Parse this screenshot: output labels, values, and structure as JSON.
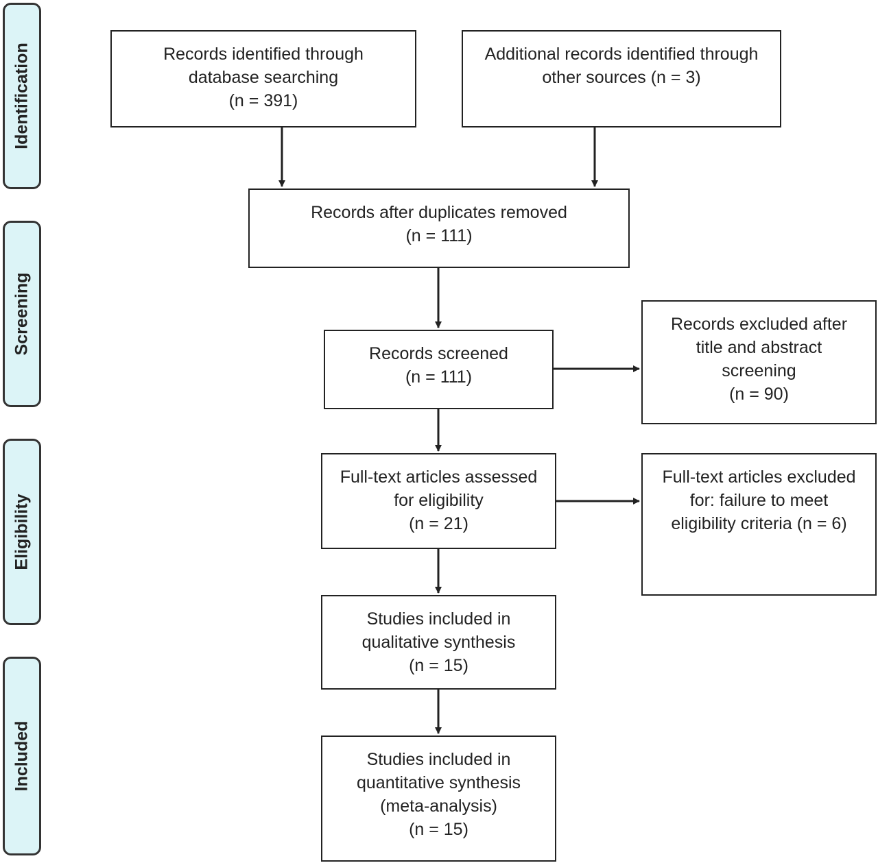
{
  "phases": {
    "identification": "Identification",
    "screening": "Screening",
    "eligibility": "Eligibility",
    "included": "Included"
  },
  "boxes": {
    "database": {
      "line1": "Records identified through",
      "line2": "database searching",
      "line3": "(n = 391)"
    },
    "other_sources": {
      "line1": "Additional records identified through",
      "line2": "other sources (n = 3)"
    },
    "duplicates_removed": {
      "line1": "Records after duplicates removed",
      "line2": "(n = 111)"
    },
    "screened": {
      "line1": "Records screened",
      "line2": "(n = 111)"
    },
    "excluded_title": {
      "line1": "Records excluded after",
      "line2": "title and abstract",
      "line3": "screening",
      "line4": "(n = 90)"
    },
    "fulltext_assessed": {
      "line1": "Full-text articles assessed",
      "line2": "for eligibility",
      "line3": "(n = 21)"
    },
    "fulltext_excluded": {
      "line1": "Full-text articles excluded",
      "line2": "for: failure to meet",
      "line3": "eligibility criteria (n = 6)"
    },
    "qualitative": {
      "line1": "Studies included in",
      "line2": "qualitative synthesis",
      "line3": "(n = 15)"
    },
    "quantitative": {
      "line1": "Studies included in",
      "line2": "quantitative synthesis",
      "line3": "(meta-analysis)",
      "line4": "(n = 15)"
    }
  },
  "colors": {
    "phase_fill": "#dcf4f7",
    "border": "#222222"
  }
}
